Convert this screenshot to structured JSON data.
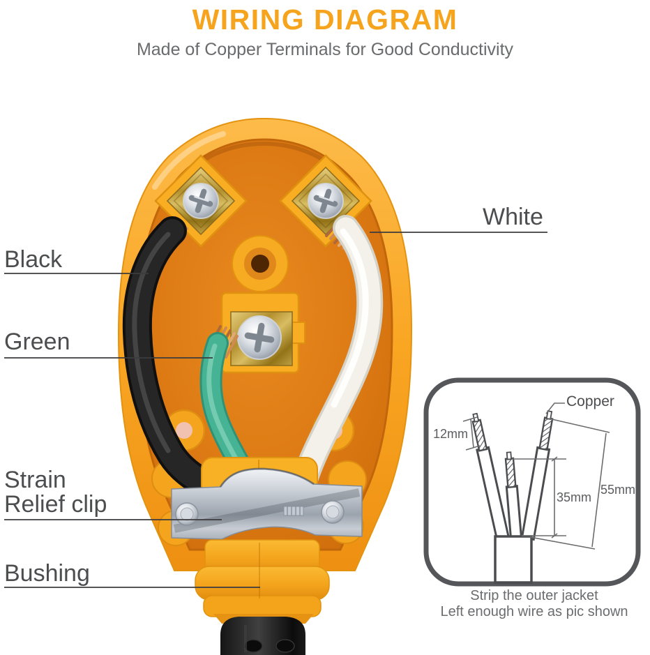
{
  "header": {
    "title": "WIRING DIAGRAM",
    "subtitle": "Made of Copper Terminals for Good Conductivity"
  },
  "plug_labels": {
    "white": "White",
    "black": "Black",
    "green": "Green",
    "strain_line1": "Strain",
    "strain_line2": "Relief clip",
    "bushing": "Bushing"
  },
  "inset": {
    "copper_label": "Copper",
    "dim_tip": "12mm",
    "dim_inner": "35mm",
    "dim_outer": "55mm",
    "caption_line1": "Strip the outer jacket",
    "caption_line2": "Left enough wire as pic shown"
  },
  "colors": {
    "title_orange": "#F6A41D",
    "subtitle_gray": "#6A6B6D",
    "label_gray": "#4C4D4F",
    "shell_yellow": "#F9A623",
    "interior_orange": "#DD7A14",
    "wire_black": "#1E1E1E",
    "wire_white": "#F3F1EA",
    "wire_green": "#46B394",
    "copper": "#C9854F",
    "inset_border_gray": "#55565A"
  }
}
